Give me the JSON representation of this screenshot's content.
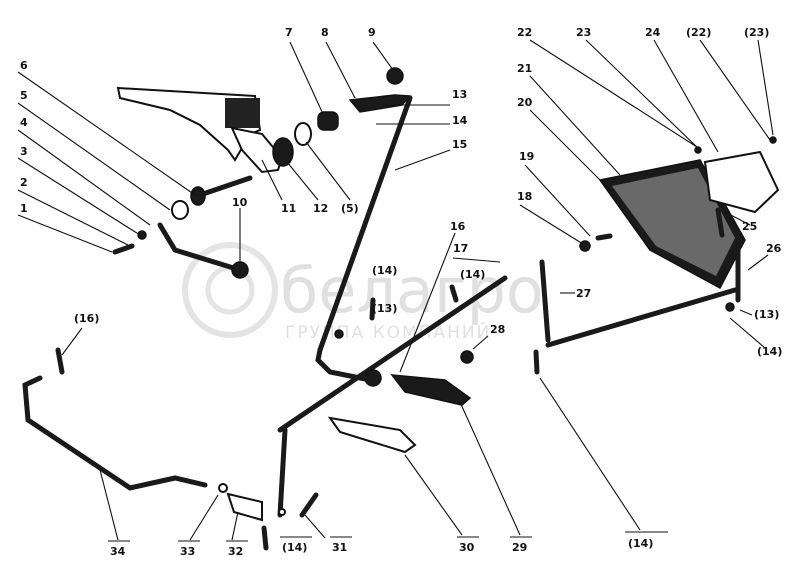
{
  "watermark": {
    "brand": "белагро",
    "tagline": "ГРУППА КОМПАНИЙ"
  },
  "callouts": [
    {
      "id": "c1",
      "text": "1"
    },
    {
      "id": "c2",
      "text": "2"
    },
    {
      "id": "c3",
      "text": "3"
    },
    {
      "id": "c4",
      "text": "4"
    },
    {
      "id": "c5",
      "text": "5"
    },
    {
      "id": "c6",
      "text": "6"
    },
    {
      "id": "c7",
      "text": "7"
    },
    {
      "id": "c8",
      "text": "8"
    },
    {
      "id": "c9",
      "text": "9"
    },
    {
      "id": "c10",
      "text": "10"
    },
    {
      "id": "c11",
      "text": "11"
    },
    {
      "id": "c12",
      "text": "12"
    },
    {
      "id": "c13a",
      "text": "13"
    },
    {
      "id": "c14a",
      "text": "14"
    },
    {
      "id": "c15",
      "text": "15"
    },
    {
      "id": "c5p",
      "text": "(5)"
    },
    {
      "id": "c16",
      "text": "16"
    },
    {
      "id": "c17",
      "text": "17"
    },
    {
      "id": "c14b",
      "text": "(14)"
    },
    {
      "id": "c14c",
      "text": "(14)"
    },
    {
      "id": "c13b",
      "text": "(13)"
    },
    {
      "id": "c16p",
      "text": "(16)"
    },
    {
      "id": "c18",
      "text": "18"
    },
    {
      "id": "c19",
      "text": "19"
    },
    {
      "id": "c20",
      "text": "20"
    },
    {
      "id": "c21",
      "text": "21"
    },
    {
      "id": "c22",
      "text": "22"
    },
    {
      "id": "c23",
      "text": "23"
    },
    {
      "id": "c24",
      "text": "24"
    },
    {
      "id": "c22p",
      "text": "(22)"
    },
    {
      "id": "c23p",
      "text": "(23)"
    },
    {
      "id": "c25",
      "text": "25"
    },
    {
      "id": "c26",
      "text": "26"
    },
    {
      "id": "c27",
      "text": "27"
    },
    {
      "id": "c28",
      "text": "28"
    },
    {
      "id": "c13c",
      "text": "(13)"
    },
    {
      "id": "c14d",
      "text": "(14)"
    },
    {
      "id": "c14e",
      "text": "(14)"
    },
    {
      "id": "c29",
      "text": "29"
    },
    {
      "id": "c30",
      "text": "30"
    },
    {
      "id": "c31",
      "text": "31"
    },
    {
      "id": "c14f",
      "text": "(14)"
    },
    {
      "id": "c32",
      "text": "32"
    },
    {
      "id": "c33",
      "text": "33"
    },
    {
      "id": "c34",
      "text": "34"
    }
  ]
}
